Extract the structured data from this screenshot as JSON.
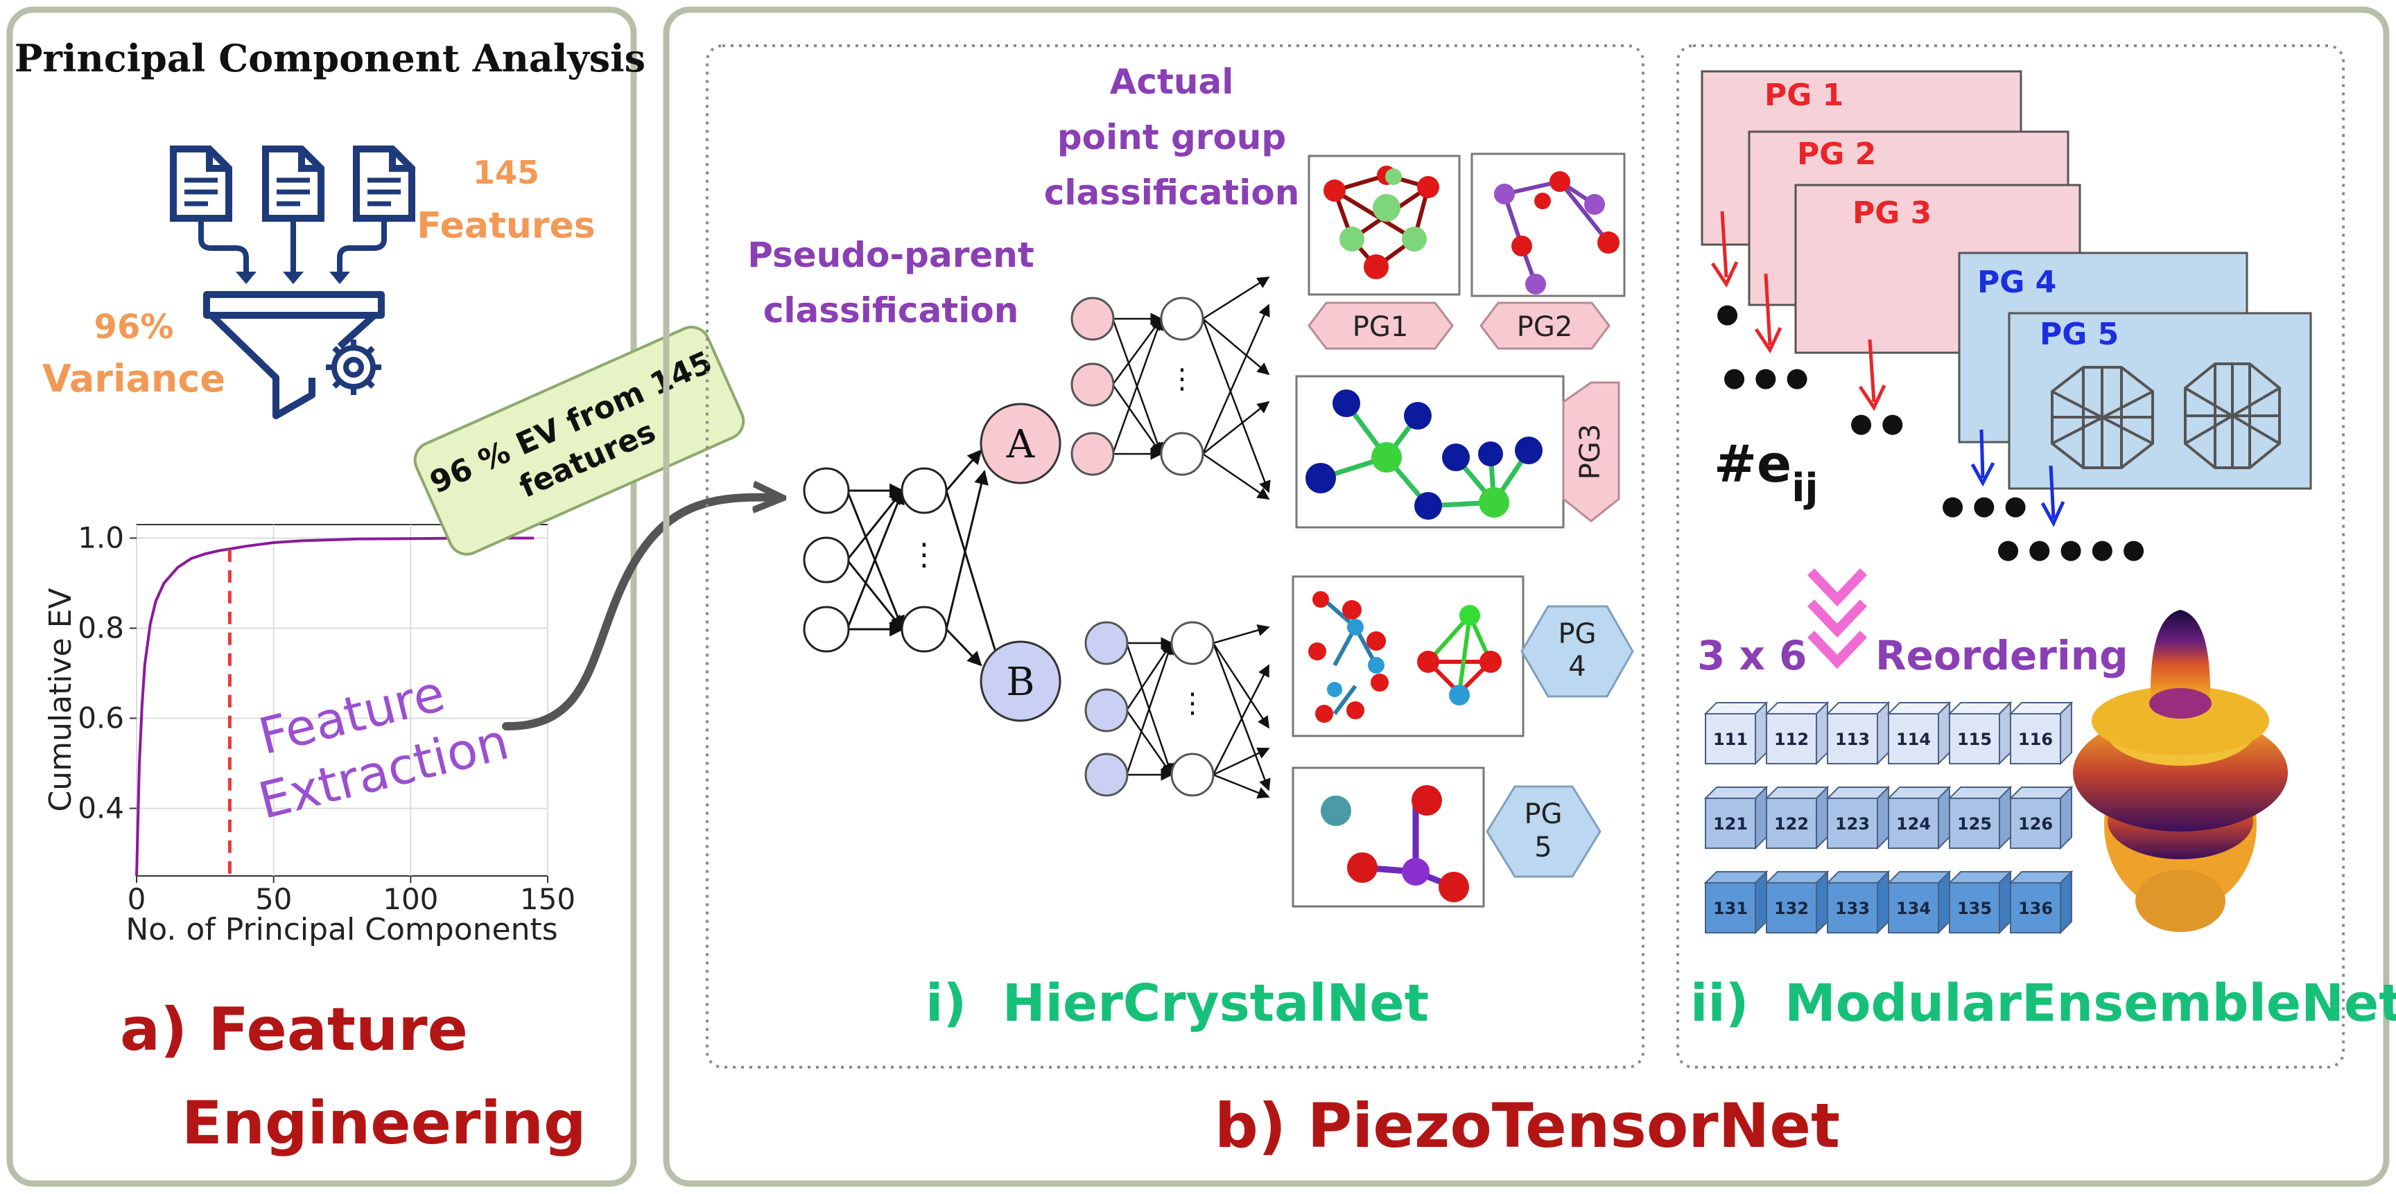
{
  "colors": {
    "panel_border": "#b7bfa8",
    "dark_red": "#b31515",
    "purple": "#8a3fb5",
    "orange": "#f29a55",
    "green": "#16c079",
    "navy": "#1f3a7a",
    "pink_fill": "#f7c9d0",
    "blue_fill": "#c9d0f4",
    "callout_fill": "#e6f3c4"
  },
  "panel_a": {
    "pca_title": "Principal Component Analysis",
    "features_count": "145",
    "features_word": "Features",
    "variance_pct": "96%",
    "variance_word": "Variance",
    "callout_line1": "96 % EV from 145",
    "callout_line2": "features",
    "extraction_line1": "Feature",
    "extraction_line2": "Extraction",
    "label_line1": "a) Feature",
    "label_line2": "Engineering"
  },
  "chart_data": {
    "type": "line",
    "xlabel": "No. of Principal Components",
    "ylabel": "Cumulative EV",
    "xlim": [
      0,
      150
    ],
    "ylim": [
      0.25,
      1.03
    ],
    "xticks": [
      0,
      50,
      100,
      150
    ],
    "yticks": [
      0.4,
      0.6,
      0.8,
      1.0
    ],
    "tick_labels_x": [
      "0",
      "50",
      "100",
      "150"
    ],
    "tick_labels_y": [
      "0.4",
      "0.6",
      "0.8",
      "1.0"
    ],
    "grid": true,
    "series": [
      {
        "x": [
          0,
          1,
          2,
          3,
          5,
          7,
          10,
          15,
          20,
          25,
          30,
          35,
          40,
          50,
          60,
          80,
          100,
          120,
          145
        ],
        "y": [
          0.25,
          0.5,
          0.63,
          0.72,
          0.81,
          0.86,
          0.9,
          0.935,
          0.955,
          0.965,
          0.972,
          0.977,
          0.982,
          0.99,
          0.994,
          0.998,
          0.999,
          1.0,
          1.0
        ],
        "color": "#8b1a9c"
      }
    ],
    "annotations": [
      {
        "type": "vline",
        "x": 34,
        "color": "#e8383b",
        "style": "dashed"
      }
    ]
  },
  "panel_b": {
    "label": "b) PiezoTensorNet",
    "hier": {
      "label": "i)  HierCrystalNet",
      "pseudo_line1": "Pseudo-parent",
      "pseudo_line2": "classification",
      "actual_line1": "Actual",
      "actual_line2": "point group",
      "actual_line3": "classification",
      "node_a": "A",
      "node_b": "B",
      "pg1": "PG1",
      "pg2": "PG2",
      "pg3": "PG3",
      "pg4_line1": "PG",
      "pg4_line2": "4",
      "pg5_line1": "PG",
      "pg5_line2": "5",
      "ellipsis": "⋮"
    },
    "modular": {
      "label": "ii)  ModularEnsembleNet",
      "cards": [
        "PG 1",
        "PG 2",
        "PG 3",
        "PG 4",
        "PG 5"
      ],
      "dots": [
        "●",
        "● ● ●",
        "● ●",
        "● ● ●",
        "● ● ● ● ●"
      ],
      "eij_main": "#e",
      "eij_sub": "ij",
      "matrix_size": "3 x 6",
      "reordering": "Reordering",
      "cubes_row1": [
        "111",
        "112",
        "113",
        "114",
        "115",
        "116"
      ],
      "cubes_row2": [
        "121",
        "122",
        "123",
        "124",
        "125",
        "126"
      ],
      "cubes_row3": [
        "131",
        "132",
        "133",
        "134",
        "135",
        "136"
      ]
    }
  }
}
